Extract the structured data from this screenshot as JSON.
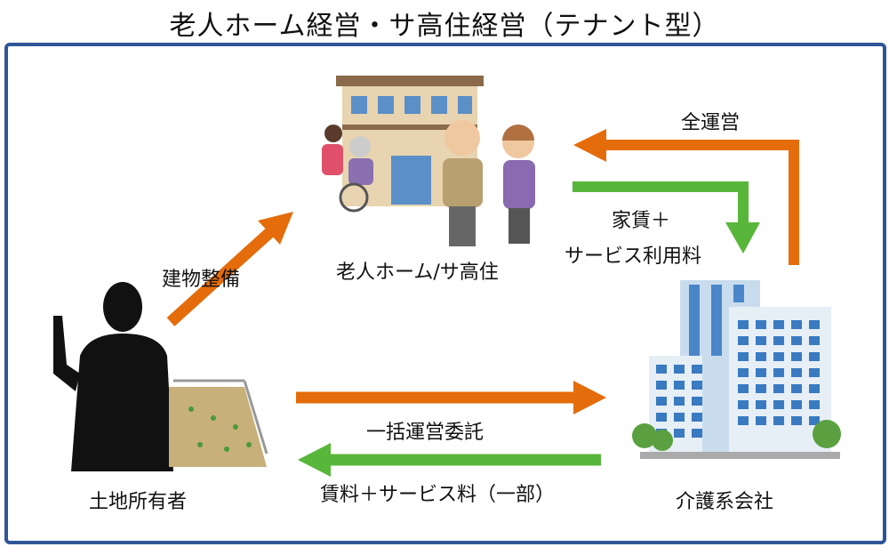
{
  "title": "老人ホーム経営・サ高住経営（テナント型）",
  "nodes": {
    "facility": "老人ホーム/サ高住",
    "owner": "土地所有者",
    "company": "介護系会社"
  },
  "arrows": {
    "build": "建物整備",
    "full_operation": "全運営",
    "rent_service_line1": "家賃＋",
    "rent_service_line2": "サービス利用料",
    "bulk_consignment": "一括運営委託",
    "rent_partial": "賃料＋サービス料（一部）"
  },
  "colors": {
    "orange": "#e46c0a",
    "green": "#58b63a",
    "frame": "#2f5597"
  }
}
